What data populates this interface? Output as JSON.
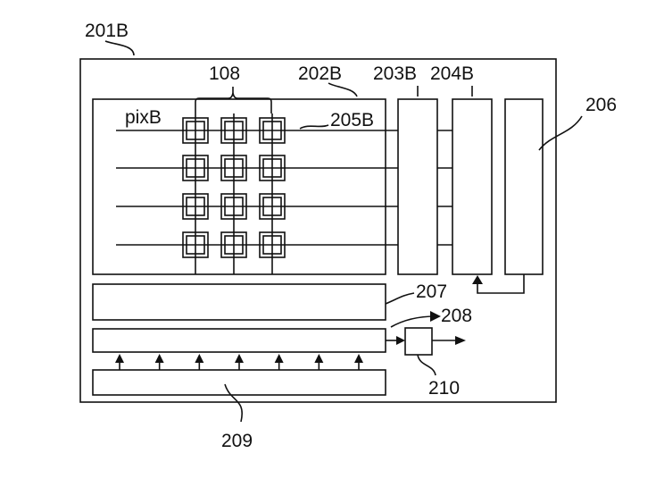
{
  "labels": {
    "outer_block": "201B",
    "pixel_group": "108",
    "pixel_array": "202B",
    "pixel_name": "pixB",
    "row_line": "205B",
    "vertical_scan_circuit": "203B",
    "driver_circuit": "204B",
    "control_circuit": "206",
    "column_circuit": "207",
    "horizontal_block": "208",
    "bottom_block": "209",
    "output_block": "210"
  },
  "grid": {
    "rows": 4,
    "columns": 3
  },
  "arrow_count": 7
}
